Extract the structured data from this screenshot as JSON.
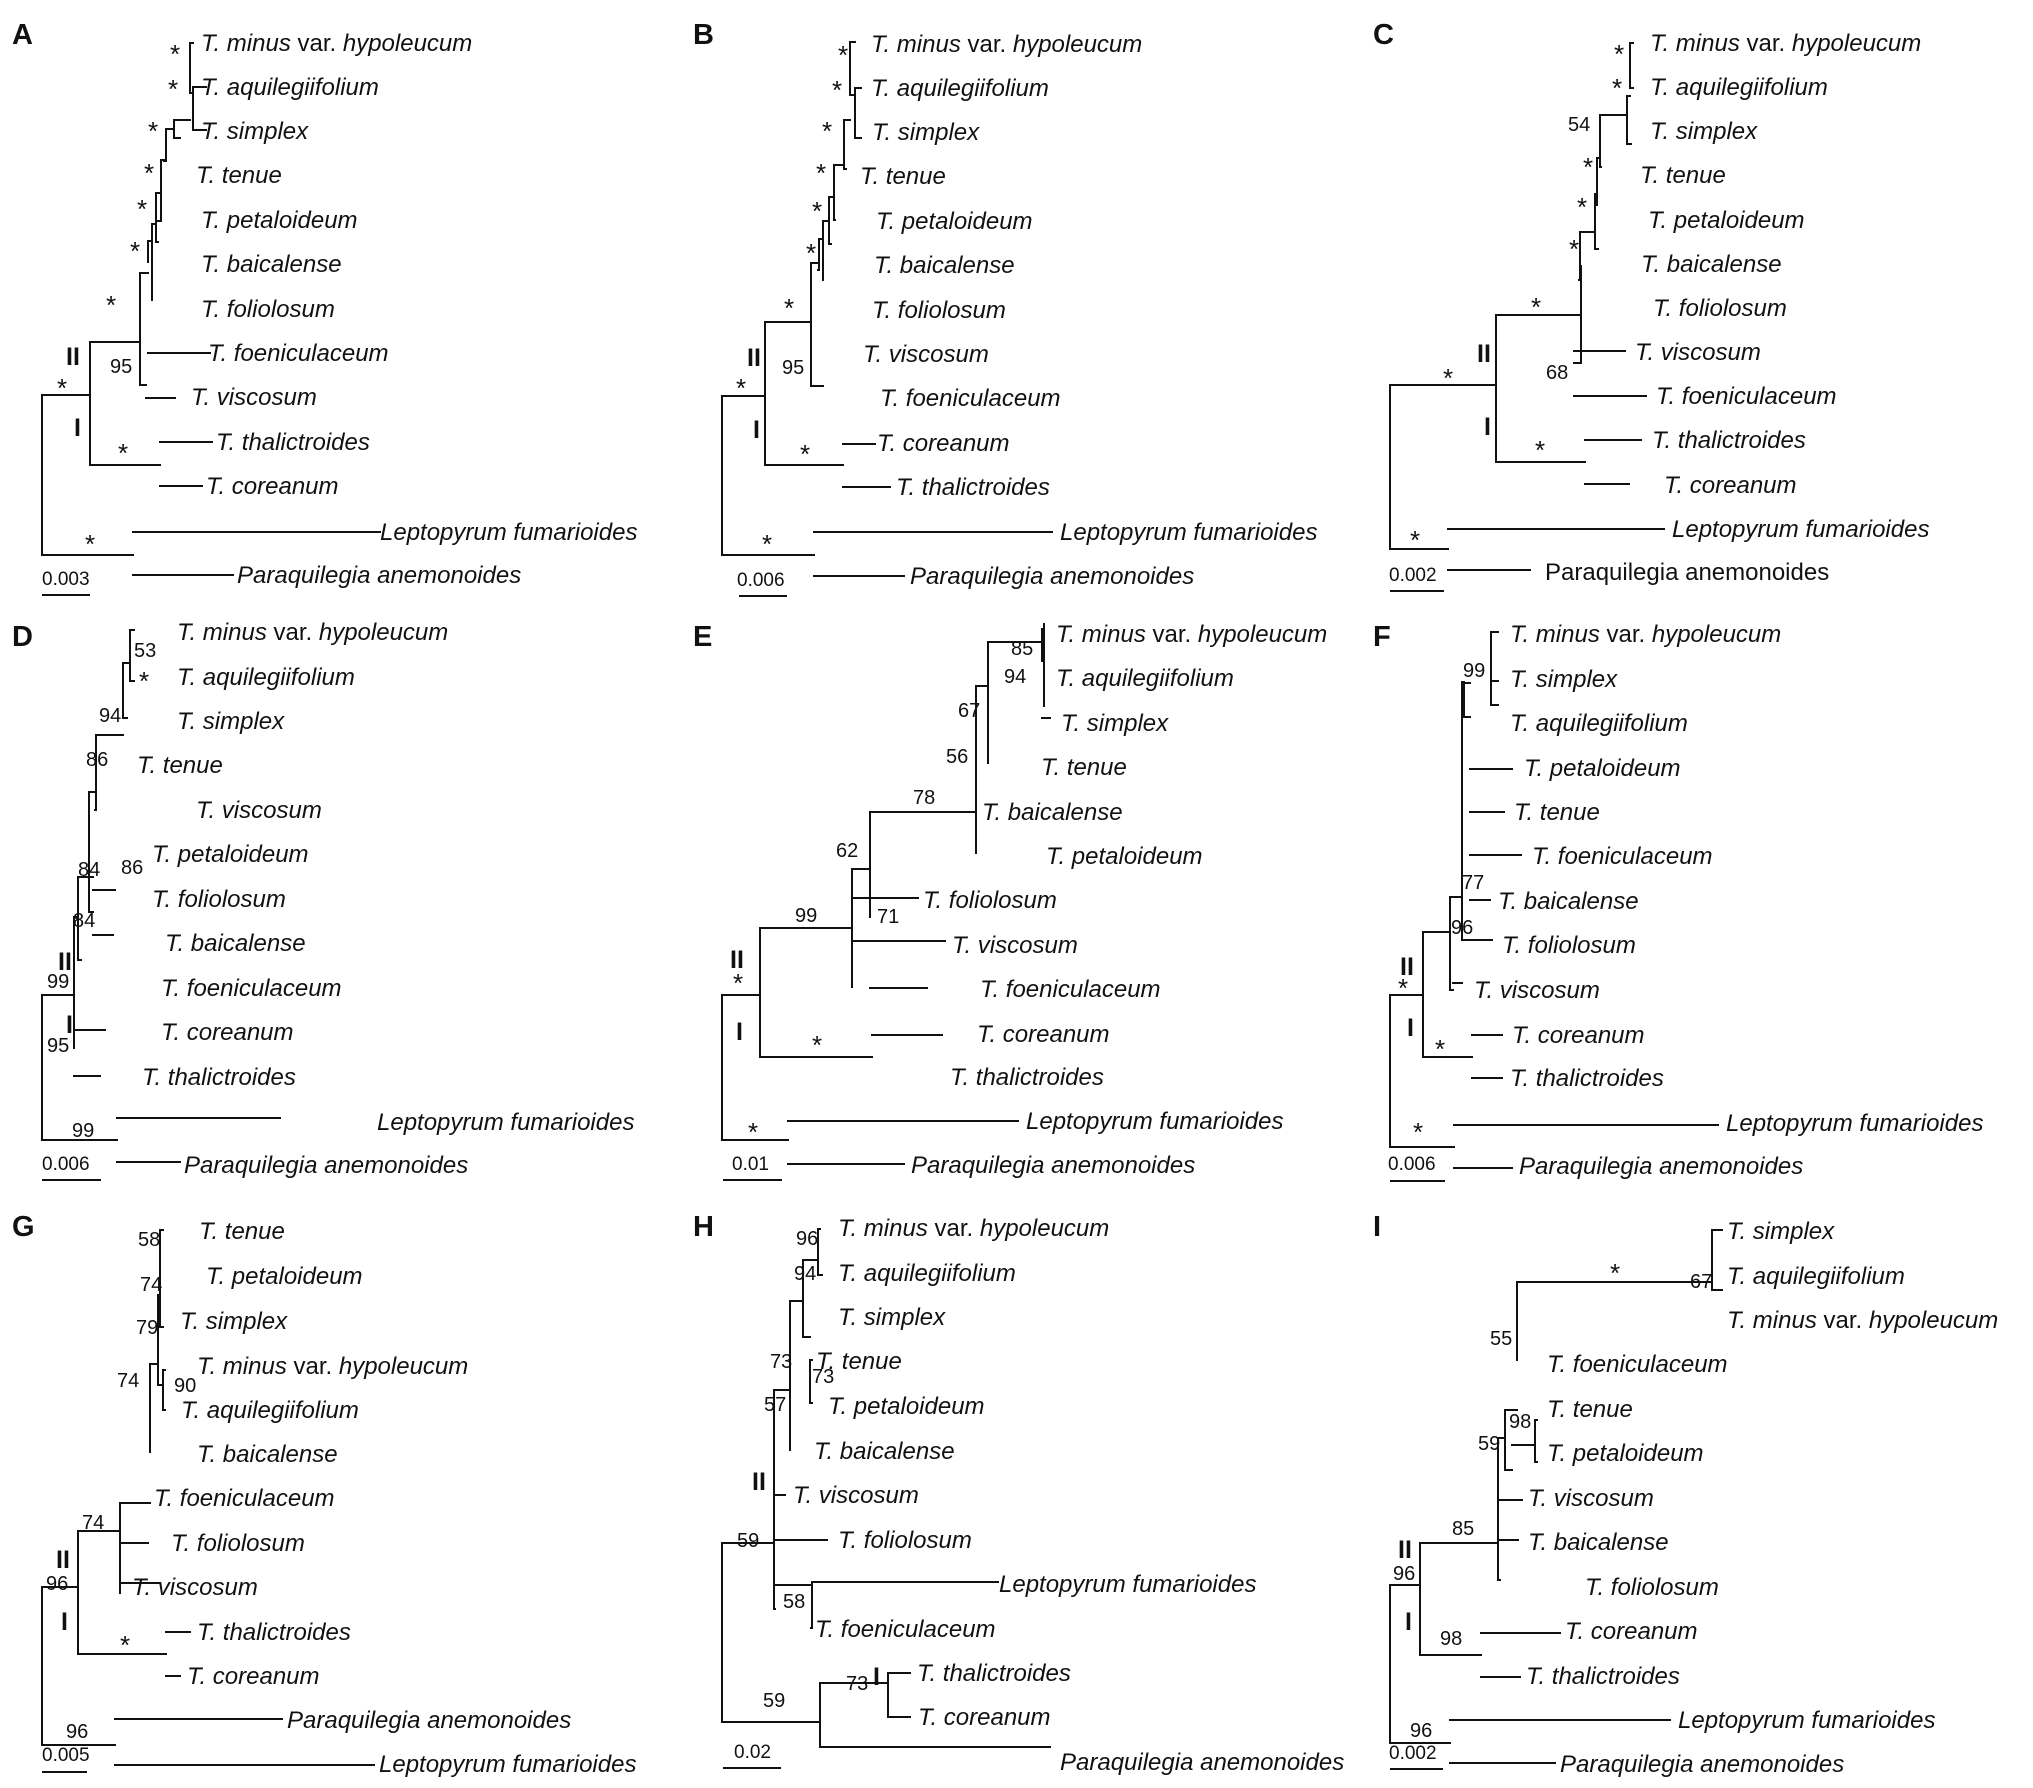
{
  "figure": {
    "panels": [
      {
        "label": "A",
        "scale": "0.003",
        "taxa": [
          "T. minus var. hypoleucum",
          "T. aquilegiifolium",
          "T. simplex",
          "T. tenue",
          "T. petaloideum",
          "T. baicalense",
          "T. foliolosum",
          "T. foeniculaceum",
          "T. viscosum",
          "T. thalictroides",
          "T. coreanum",
          "Leptopyrum fumarioides",
          "Paraquilegia anemonoides"
        ],
        "supports": [
          "*",
          "*",
          "*",
          "*",
          "*",
          "*",
          "*",
          "95",
          "*",
          "*",
          "*"
        ],
        "clades": [
          "II",
          "I"
        ]
      },
      {
        "label": "B",
        "scale": "0.006",
        "taxa": [
          "T. minus var. hypoleucum",
          "T. aquilegiifolium",
          "T. simplex",
          "T. tenue",
          "T. petaloideum",
          "T. baicalense",
          "T. foliolosum",
          "T. viscosum",
          "T. foeniculaceum",
          "T. coreanum",
          "T. thalictroides",
          "Leptopyrum fumarioides",
          "Paraquilegia anemonoides"
        ],
        "supports": [
          "*",
          "*",
          "*",
          "*",
          "*",
          "*",
          "*",
          "95",
          "*",
          "*",
          "*"
        ],
        "clades": [
          "II",
          "I"
        ]
      },
      {
        "label": "C",
        "scale": "0.002",
        "taxa": [
          "T. minus var. hypoleucum",
          "T. aquilegiifolium",
          "T. simplex",
          "T. tenue",
          "T. petaloideum",
          "T. baicalense",
          "T. foliolosum",
          "T. viscosum",
          "T. foeniculaceum",
          "T. thalictroides",
          "T. coreanum",
          "Leptopyrum fumarioides",
          "Paraquilegia anemonoides"
        ],
        "supports": [
          "*",
          "*",
          "54",
          "*",
          "*",
          "*",
          "*",
          "68",
          "*",
          "*",
          "*"
        ],
        "clades": [
          "II",
          "I"
        ]
      },
      {
        "label": "D",
        "scale": "0.006",
        "taxa": [
          "T. minus var. hypoleucum",
          "T. aquilegiifolium",
          "T. simplex",
          "T. tenue",
          "T. viscosum",
          "T. petaloideum",
          "T. foliolosum",
          "T. baicalense",
          "T. foeniculaceum",
          "T. coreanum",
          "T. thalictroides",
          "Leptopyrum fumarioides",
          "Paraquilegia anemonoides"
        ],
        "supports": [
          "53",
          "*",
          "94",
          "86",
          "86",
          "84",
          "84",
          "99",
          "95",
          "99"
        ],
        "clades": [
          "II",
          "I"
        ]
      },
      {
        "label": "E",
        "scale": "0.01",
        "taxa": [
          "T. minus var. hypoleucum",
          "T. aquilegiifolium",
          "T. simplex",
          "T. tenue",
          "T. baicalense",
          "T. petaloideum",
          "T. foliolosum",
          "T. viscosum",
          "T. foeniculaceum",
          "T. coreanum",
          "T. thalictroides",
          "Leptopyrum fumarioides",
          "Paraquilegia anemonoides"
        ],
        "supports": [
          "85",
          "94",
          "67",
          "56",
          "78",
          "62",
          "71",
          "99",
          "*",
          "*",
          "*"
        ],
        "clades": [
          "II",
          "I"
        ]
      },
      {
        "label": "F",
        "scale": "0.006",
        "taxa": [
          "T. minus var. hypoleucum",
          "T. simplex",
          "T. aquilegiifolium",
          "T. petaloideum",
          "T. tenue",
          "T. foeniculaceum",
          "T. baicalense",
          "T. foliolosum",
          "T. viscosum",
          "T. coreanum",
          "T. thalictroides",
          "Leptopyrum fumarioides",
          "Paraquilegia anemonoides"
        ],
        "supports": [
          "99",
          "77",
          "96",
          "*",
          "*",
          "*"
        ],
        "clades": [
          "II",
          "I"
        ]
      },
      {
        "label": "G",
        "scale": "0.005",
        "taxa": [
          "T. tenue",
          "T. petaloideum",
          "T. simplex",
          "T. minus var. hypoleucum",
          "T. aquilegiifolium",
          "T. baicalense",
          "T. foeniculaceum",
          "T. foliolosum",
          "T. viscosum",
          "T. thalictroides",
          "T. coreanum",
          "Paraquilegia anemonoides",
          "Leptopyrum fumarioides"
        ],
        "supports": [
          "58",
          "74",
          "79",
          "90",
          "74",
          "74",
          "96",
          "*",
          "96"
        ],
        "clades": [
          "II",
          "I"
        ]
      },
      {
        "label": "H",
        "scale": "0.02",
        "taxa": [
          "T. minus var. hypoleucum",
          "T. aquilegiifolium",
          "T. simplex",
          "T. tenue",
          "T. petaloideum",
          "T. baicalense",
          "T. viscosum",
          "T. foliolosum",
          "Leptopyrum fumarioides",
          "T. foeniculaceum",
          "T. thalictroides",
          "T. coreanum",
          "Paraquilegia anemonoides"
        ],
        "supports": [
          "96",
          "94",
          "73",
          "73",
          "57",
          "59",
          "58",
          "73",
          "59"
        ],
        "clades": [
          "II",
          "I"
        ]
      },
      {
        "label": "I",
        "scale": "0.002",
        "taxa": [
          "T. simplex",
          "T. aquilegiifolium",
          "T. minus var. hypoleucum",
          "T. foeniculaceum",
          "T. tenue",
          "T. petaloideum",
          "T. viscosum",
          "T. baicalense",
          "T. foliolosum",
          "T. coreanum",
          "T. thalictroides",
          "Leptopyrum fumarioides",
          "Paraquilegia anemonoides"
        ],
        "supports": [
          "67",
          "*",
          "55",
          "98",
          "59",
          "85",
          "96",
          "98",
          "96"
        ],
        "clades": [
          "II",
          "I"
        ]
      }
    ]
  }
}
